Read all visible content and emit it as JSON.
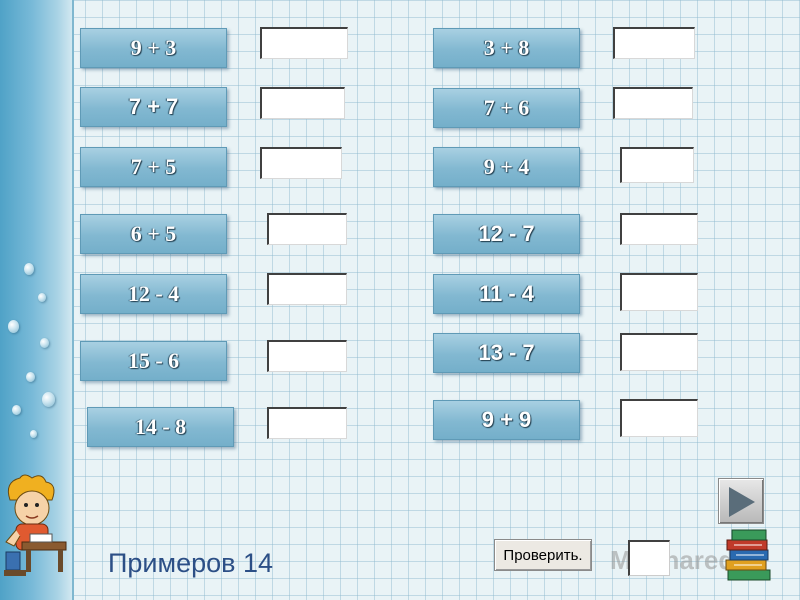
{
  "left_column": [
    {
      "expression": "9 + 3"
    },
    {
      "expression": "7 + 7"
    },
    {
      "expression": "7 + 5"
    },
    {
      "expression": "6 + 5"
    },
    {
      "expression": "12 - 4"
    },
    {
      "expression": "15 - 6"
    },
    {
      "expression": "14 - 8"
    }
  ],
  "right_column": [
    {
      "expression": "3 + 8"
    },
    {
      "expression": "7 + 6"
    },
    {
      "expression": "9 + 4"
    },
    {
      "expression": "12 - 7"
    },
    {
      "expression": "11 - 4"
    },
    {
      "expression": "13 - 7"
    },
    {
      "expression": "9 + 9"
    }
  ],
  "footer": {
    "examples_label": "Примеров 14",
    "check_button_label": "Проверить."
  },
  "watermark_text": "MyShared",
  "icons": {
    "next": "triangle-right-icon",
    "boy": "boy-at-desk-illustration",
    "books": "stack-of-books-illustration"
  },
  "colors": {
    "expression_box": "#82b8d1",
    "label_text": "#2c4f86",
    "background": "#e9f3f6"
  }
}
